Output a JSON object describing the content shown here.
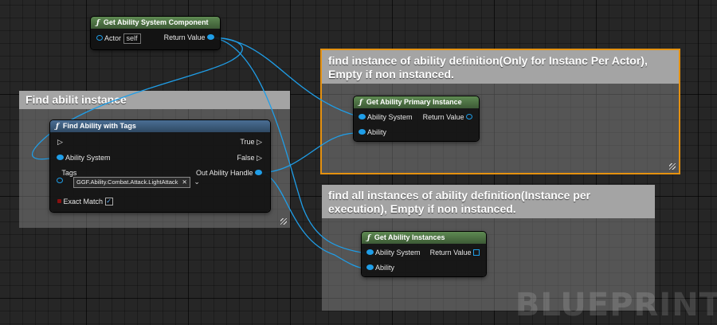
{
  "colors": {
    "pin_blue": "#1f9ee8",
    "selected_border": "#e5910f",
    "function_header": "#4f7a46",
    "pure_header": "#3d5c7e"
  },
  "comments": [
    {
      "title": "Find abilit instance"
    },
    {
      "title": "find instance of ability definition(Only for Instanc Per Actor), Empty if non instanced."
    },
    {
      "title": "find all instances of ability definition(Instance per execution), Empty if non instanced."
    }
  ],
  "nodes": {
    "get_asc": {
      "title": "Get Ability System Component",
      "icon": "function-icon",
      "actor_label": "Actor",
      "actor_value": "self",
      "return_label": "Return Value"
    },
    "find_ability": {
      "title": "Find Ability with Tags",
      "icon": "function-icon",
      "true_label": "True",
      "false_label": "False",
      "ability_system_label": "Ability System",
      "out_handle_label": "Out Ability Handle",
      "tags_label": "Tags",
      "tag_value": "GGF.Ability.Combat.Attack.LightAttack",
      "exact_match_label": "Exact Match",
      "exact_match_checked": true
    },
    "get_primary": {
      "title": "Get Ability Primary Instance",
      "icon": "function-icon",
      "ability_system_label": "Ability System",
      "return_label": "Return Value",
      "ability_label": "Ability"
    },
    "get_instances": {
      "title": "Get Ability Instances",
      "icon": "function-icon",
      "ability_system_label": "Ability System",
      "return_label": "Return Value",
      "ability_label": "Ability"
    }
  },
  "glyphs": {
    "function": "ƒ",
    "exec": "▷",
    "checkmark": "✓",
    "close": "✕",
    "chevron": "⌄"
  },
  "watermark": "BLUEPRINT"
}
